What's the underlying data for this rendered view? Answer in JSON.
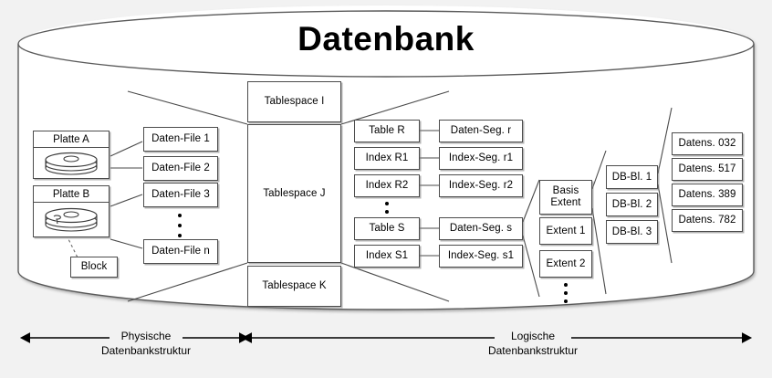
{
  "diagram": {
    "title": "Datenbank",
    "background_color": "#f2f2f2",
    "box_fill": "#ffffff",
    "stroke_color": "#4c4c4c",
    "cylinder_stroke": "#5a5a5a"
  },
  "physical": {
    "disks": [
      {
        "label": "Platte A",
        "icon": "disk-platter-icon"
      },
      {
        "label": "Platte B",
        "icon": "disk-platter-icon"
      }
    ],
    "block": {
      "label": "Block"
    },
    "data_files": [
      {
        "label": "Daten-File 1"
      },
      {
        "label": "Daten-File 2"
      },
      {
        "label": "Daten-File 3"
      },
      {
        "label": "Daten-File n"
      }
    ],
    "data_files_ellipsis": "vertical-ellipsis"
  },
  "tablespaces": [
    {
      "label": "Tablespace I"
    },
    {
      "label": "Tablespace J"
    },
    {
      "label": "Tablespace K"
    }
  ],
  "logical": {
    "objects": [
      {
        "label": "Table R"
      },
      {
        "label": "Index R1"
      },
      {
        "label": "Index R2"
      },
      {
        "label": "Table S"
      },
      {
        "label": "Index S1"
      }
    ],
    "objects_ellipsis": "vertical-ellipsis",
    "segments": [
      {
        "label": "Daten-Seg. r"
      },
      {
        "label": "Index-Seg. r1"
      },
      {
        "label": "Index-Seg. r2"
      },
      {
        "label": "Daten-Seg. s"
      },
      {
        "label": "Index-Seg. s1"
      }
    ],
    "extents": [
      {
        "label": "Basis\nExtent"
      },
      {
        "label": "Extent 1"
      },
      {
        "label": "Extent 2"
      }
    ],
    "extents_ellipsis": "vertical-ellipsis",
    "db_blocks": [
      {
        "label": "DB-Bl. 1"
      },
      {
        "label": "DB-Bl. 2"
      },
      {
        "label": "DB-Bl. 3"
      }
    ],
    "records": [
      {
        "label": "Datens. 032"
      },
      {
        "label": "Datens. 517"
      },
      {
        "label": "Datens. 389"
      },
      {
        "label": "Datens. 782"
      }
    ]
  },
  "footer": {
    "physical_label": "Physische\nDatenbankstruktur",
    "logical_label": "Logische\nDatenbankstruktur"
  }
}
